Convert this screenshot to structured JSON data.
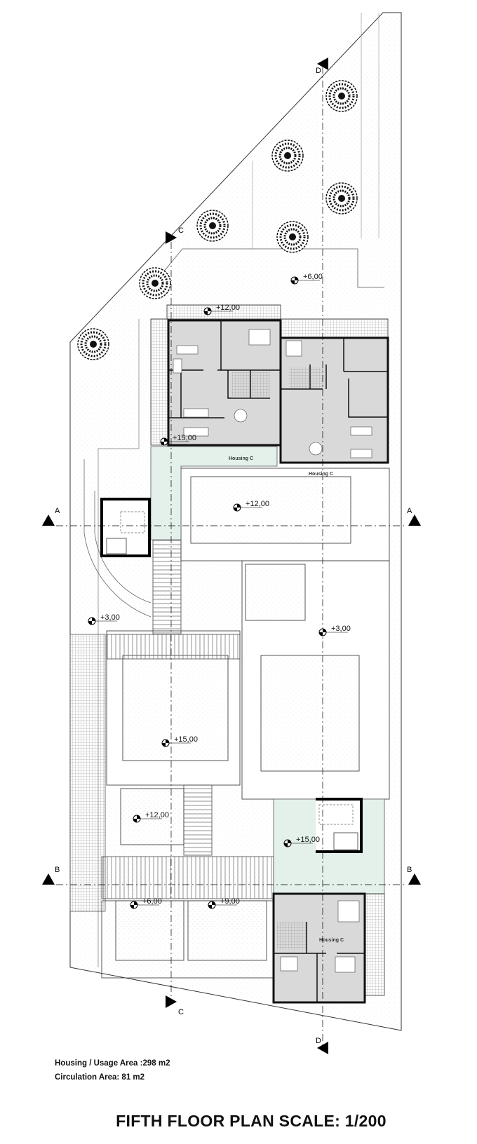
{
  "title": "FIFTH FLOOR PLAN SCALE: 1/200",
  "notes": {
    "housing_area": "Housing / Usage Area :298 m2",
    "circulation_area": "Circulation Area: 81 m2"
  },
  "sections": {
    "a": "A",
    "b": "B",
    "c": "C",
    "d": "D"
  },
  "levels": {
    "street_top": "+6,00",
    "terrace_top": "+12,00",
    "corridor_top": "+15,00",
    "pool_top": "+12,00",
    "left_lower": "+3,00",
    "right_mid": "+3,00",
    "court_left": "+15,00",
    "court_small": "+12,00",
    "corridor_bottom": "+15,00",
    "bottom_left": "+6,00",
    "bottom_mid": "+9,00"
  },
  "rooms": {
    "unit_1": "Housing C",
    "unit_2": "Housing C",
    "unit_3": "Housing C"
  },
  "colors": {
    "circulation": "#e3f1ea",
    "housing_floor": "#d9d9d9",
    "wall": "#111111",
    "hatch": "#9a9a9a"
  }
}
